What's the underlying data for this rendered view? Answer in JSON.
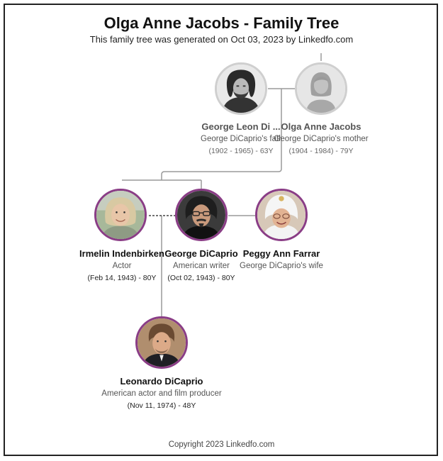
{
  "header": {
    "title": "Olga Anne Jacobs - Family Tree",
    "subtitle": "This family tree was generated on Oct 03, 2023 by Linkedfo.com"
  },
  "people": {
    "george_leon": {
      "name": "George Leon Di ...",
      "desc": "George DiCaprio's father",
      "dates": "(1902 - 1965) - 63Y"
    },
    "olga": {
      "name": "Olga Anne Jacobs",
      "desc": "George DiCaprio's mother",
      "dates": "(1904 - 1984) - 79Y"
    },
    "irmelin": {
      "name": "Irmelin Indenbirken",
      "desc": "Actor",
      "dates": "(Feb 14, 1943) - 80Y"
    },
    "george": {
      "name": "George DiCaprio",
      "desc": "American writer",
      "dates": "(Oct 02, 1943) - 80Y"
    },
    "peggy": {
      "name": "Peggy Ann Farrar",
      "desc": "George DiCaprio's wife",
      "dates": ""
    },
    "leonardo": {
      "name": "Leonardo DiCaprio",
      "desc": "American actor and film producer",
      "dates": "(Nov 11, 1974) - 48Y"
    }
  },
  "footer": {
    "copyright": "Copyright 2023 Linkedfo.com"
  },
  "colors": {
    "ring_purple": "#8a3d86",
    "ring_gray": "#cfcfcf",
    "line": "#9a9a9a"
  }
}
